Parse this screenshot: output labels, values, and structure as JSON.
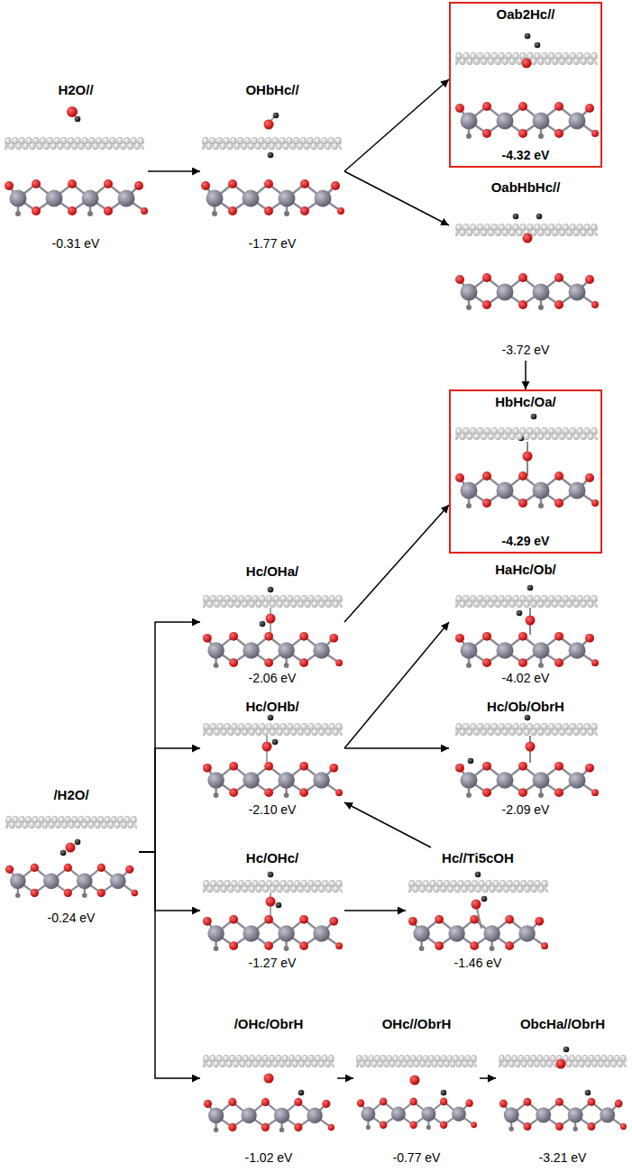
{
  "diagram": {
    "nodes": [
      {
        "text": [
          "H2O//",
          "-0.31 eV"
        ]
      },
      {
        "text": [
          "OHbHc//",
          "-1.77 eV"
        ]
      },
      {
        "text": [
          "Oab2Hc//",
          "-4.32 eV"
        ]
      },
      {
        "text": [
          "OabHbHc//",
          "-3.72 eV"
        ]
      },
      {
        "text": [
          "HbHc/Oa/",
          "-4.29 eV"
        ]
      },
      {
        "text": [
          "Hc/OHa/",
          "-2.06 eV"
        ]
      },
      {
        "text": [
          "HaHc/Ob/",
          "-4.02 eV"
        ]
      },
      {
        "text": [
          "Hc/OHb/",
          "-2.10 eV"
        ]
      },
      {
        "text": [
          "Hc/Ob/ObrH",
          "-2.09 eV"
        ]
      },
      {
        "text": [
          "/H2O/",
          "-0.24 eV"
        ]
      },
      {
        "text": [
          "Hc/OHc/",
          "-1.27 eV"
        ]
      },
      {
        "text": [
          "Hc//Ti5cOH",
          "-1.46 eV"
        ]
      },
      {
        "text": [
          "/OHc/ObrH",
          "-1.02 eV"
        ]
      },
      {
        "text": [
          "OHc//ObrH",
          "-0.77 eV"
        ]
      },
      {
        "text": [
          "ObcHa//ObrH",
          "-3.21 eV"
        ]
      }
    ],
    "edges": [
      {
        "from": 0,
        "to": 1,
        "arrow": "to"
      },
      {
        "from": 1,
        "to": 2,
        "arrow": "to"
      },
      {
        "from": 1,
        "to": 3,
        "arrow": "to"
      },
      {
        "from": 3,
        "to": 4,
        "arrow": "to"
      },
      {
        "from": 5,
        "to": 4,
        "arrow": "to"
      },
      {
        "from": 9,
        "to": 5,
        "arrow": "to"
      },
      {
        "from": 9,
        "to": 7,
        "arrow": "to"
      },
      {
        "from": 9,
        "to": 10,
        "arrow": "to"
      },
      {
        "from": 9,
        "to": 12,
        "arrow": "to"
      },
      {
        "from": 7,
        "to": 6,
        "arrow": "to"
      },
      {
        "from": 7,
        "to": 8,
        "arrow": "to"
      },
      {
        "from": 10,
        "to": 11,
        "arrow": "to"
      },
      {
        "from": 11,
        "to": 7,
        "arrow": "to"
      },
      {
        "from": 12,
        "to": 13,
        "arrow": "to"
      },
      {
        "from": 13,
        "to": 14,
        "arrow": "to"
      }
    ]
  }
}
